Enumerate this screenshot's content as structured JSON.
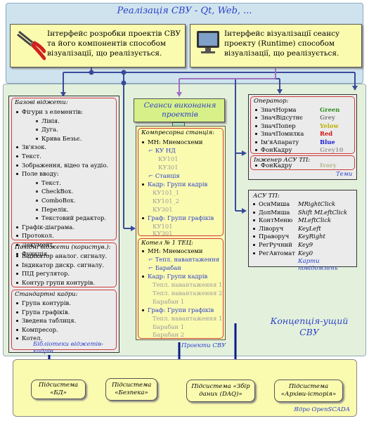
{
  "top": {
    "title": "Реалізація СВУ - Qt, Web, ...",
    "dev_box": "Інтерфейс розробки проектів СВУ та його компонентів способом візуалізації, що реалізується.",
    "runtime_box": "Інтерфейс візуалізації сеансу проекту (Runtime) способом візуалізації, що реалізується."
  },
  "widgets": {
    "basic_title": "Базові віджети:",
    "basic_items": [
      "Фігури з елементів:",
      "Лінія.",
      "Дуга.",
      "Крива Безьє.",
      "Зв'язок.",
      "Текст.",
      "Зображення, відео та аудіо.",
      "Поле вводу:",
      "Текст.",
      "CheckBox.",
      "ComboBox.",
      "Перелік.",
      "Текстовий редактор.",
      "Графік-діаграма.",
      "Протокол.",
      "Документ.",
      "Функція."
    ],
    "derived_title": "Похідні віджети (користув.):",
    "derived_items": [
      "Індикатор аналог. сигналу.",
      "Індикатор дискр. сигналу.",
      "ПІД регулятор.",
      "Контур групи контурів."
    ],
    "standard_title": "Стандартні кадри:",
    "standard_items": [
      "Група контурів.",
      "Група графіків.",
      "Зведена таблиця.",
      "Компресор.",
      "Котел."
    ],
    "caption": "Бібліотеки віджетів-кадрів"
  },
  "projects": {
    "sessions": "Сеанси виконання проектів",
    "s1_title": "Компресорна станція:",
    "s1": [
      "МН: Мнемосхеми",
      "КУ НД",
      "КУ101",
      "КУ301",
      "Станція",
      "Кадр: Групи кадрів",
      "КУ101_1",
      "КУ101_2",
      "КУ301",
      "Граф: Групи графіків",
      "КУ101",
      "КУ301"
    ],
    "s2_title": "Котел № 1 ТЕЦ:",
    "s2": [
      "МН: Мнемосхеми",
      "Тепл. навантаження",
      "Барабан",
      "Кадр: Групи кадрів",
      "Тепл. навантаження 1",
      "Тепл. навантаження 2",
      "Барабан 1",
      "Граф: Групи графіків",
      "Тепл. навантаження 1",
      "Барабан 1",
      "Барабан 2"
    ],
    "caption": "Проекти СВУ"
  },
  "themes": {
    "operator_title": "Оператор:",
    "operator_rows": [
      {
        "name": "ЗначНорма",
        "value": "Green",
        "color": "#2e8b1f"
      },
      {
        "name": "ЗначВідсутнє",
        "value": "Grey",
        "color": "#7a7a7a"
      },
      {
        "name": "ЗначПопер",
        "value": "Yelow",
        "color": "#b8b000"
      },
      {
        "name": "ЗначПомилка",
        "value": "Red",
        "color": "#d01010"
      },
      {
        "name": "Ім'яАпарату",
        "value": "Blue",
        "color": "#1a1ad0"
      },
      {
        "name": "ФонКадру",
        "value": "Grey10",
        "color": "#a0a0a0"
      }
    ],
    "engineer_title": "Інженер АСУ ТП:",
    "engineer_rows": [
      {
        "name": "ФонКадру",
        "value": "Ivory",
        "color": "#b8b890"
      }
    ],
    "caption": "Теми"
  },
  "events": {
    "title": "АСУ ТП:",
    "rows": [
      {
        "name": "ОснМиша",
        "value": "MRightClick"
      },
      {
        "name": "ДопМиша",
        "value": "Shift MLeftClick"
      },
      {
        "name": "КонтМеню",
        "value": "MLeftClick"
      },
      {
        "name": "Ліворуч",
        "value": "KeyLeft"
      },
      {
        "name": "Праворуч",
        "value": "KeyRight"
      },
      {
        "name": "РегРучний",
        "value": "Key9"
      },
      {
        "name": "РегАвтомат",
        "value": "Key0"
      }
    ],
    "caption": "Карти повідомлень"
  },
  "concept": "Концепція-ущий СВУ",
  "core": {
    "caption": "Ядро OpenSCADA",
    "subsystems": [
      "Підсистема «БД»",
      "Підсистема «Безпека»",
      "Підсистема «Збір даних (DAQ)»",
      "Підсистема «Архіви-історія»"
    ]
  },
  "icons": {
    "plier": "pliers-icon",
    "monitor": "monitor-icon"
  }
}
